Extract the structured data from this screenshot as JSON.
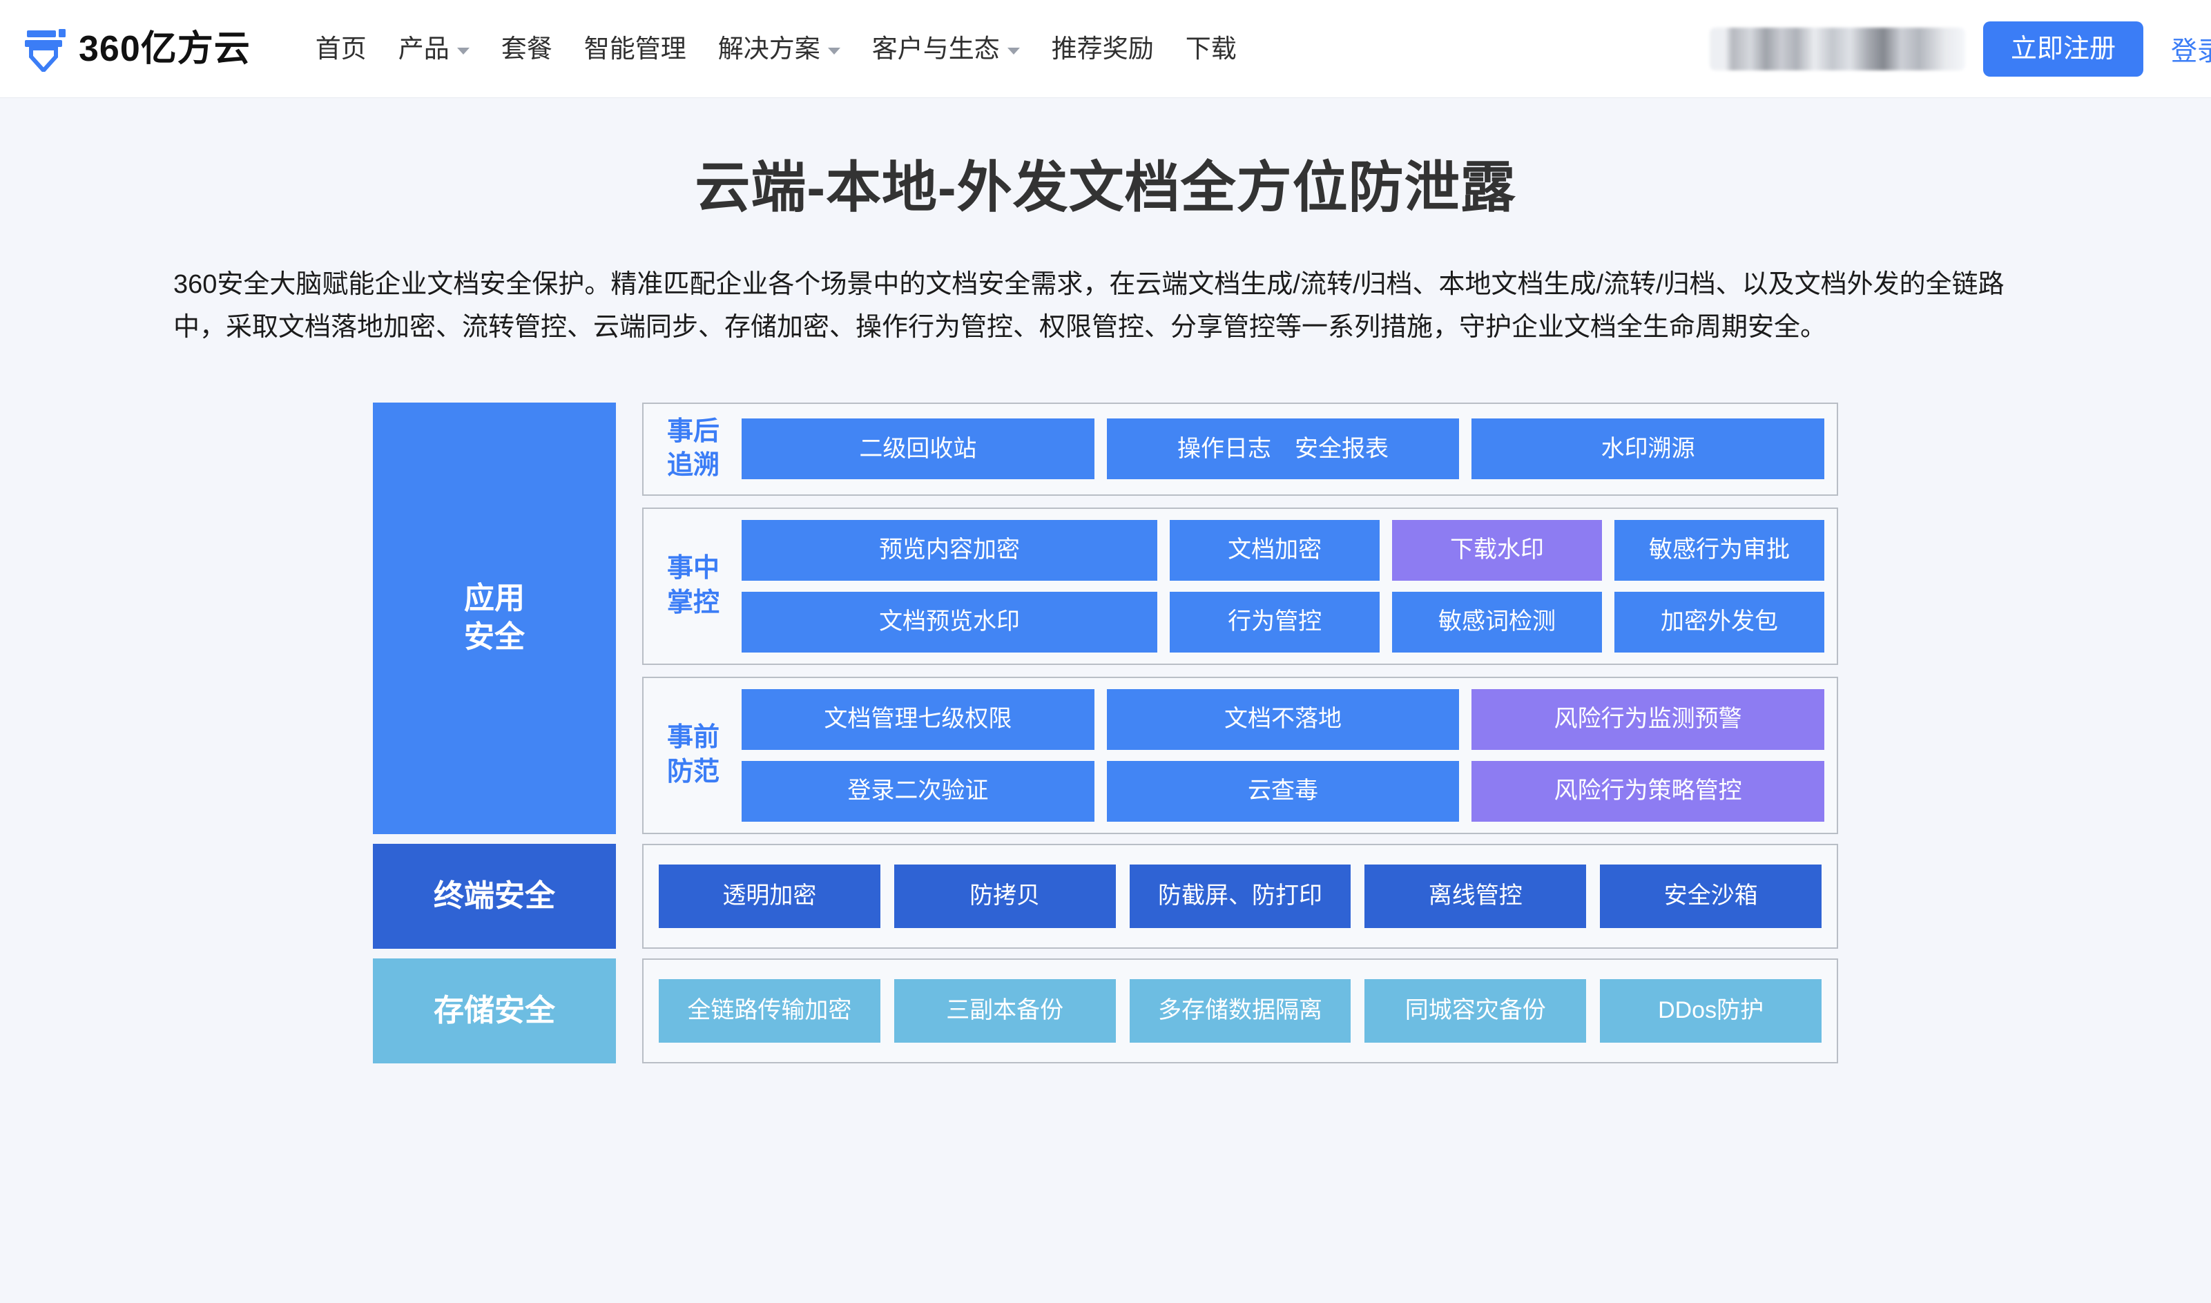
{
  "header": {
    "logo": {
      "icon": "cloud-logo-icon",
      "text": "360亿方云"
    },
    "nav": [
      {
        "label": "首页",
        "caret": false
      },
      {
        "label": "产品",
        "caret": true
      },
      {
        "label": "套餐",
        "caret": false
      },
      {
        "label": "智能管理",
        "caret": false
      },
      {
        "label": "解决方案",
        "caret": true
      },
      {
        "label": "客户与生态",
        "caret": true
      },
      {
        "label": "推荐奖励",
        "caret": false
      },
      {
        "label": "下载",
        "caret": false
      }
    ],
    "redacted_region": "",
    "register_label": "立即注册",
    "login_label": "登录"
  },
  "hero": {
    "title": "云端-本地-外发文档全方位防泄露",
    "description": "360安全大脑赋能企业文档安全保护。精准匹配企业各个场景中的文档安全需求，在云端文档生成/流转/归档、本地文档生成/流转/归档、以及文档外发的全链路中，采取文档落地加密、流转管控、云端同步、存储加密、操作行为管控、权限管控、分享管控等一系列措施，守护企业文档全生命周期安全。"
  },
  "diagram": {
    "colors": {
      "blue": "#4285f4",
      "purple": "#8d7cf2",
      "dark_blue": "#2f63d4",
      "sky_blue": "#6dbde2",
      "group_border": "#b9bec6",
      "group_bg": "#f7f9fc",
      "label_blue": "#3b7df6"
    },
    "app_security": {
      "category_label": "应用\n安全",
      "groups": [
        {
          "label": "事后\n追溯",
          "rows": [
            [
              {
                "text": "二级回收站",
                "color": "blue",
                "wide": true
              },
              {
                "text": "操作日志　安全报表",
                "color": "blue",
                "wide": true
              },
              {
                "text": "水印溯源",
                "color": "blue",
                "wide": true
              }
            ]
          ]
        },
        {
          "label": "事中\n掌控",
          "rows": [
            [
              {
                "text": "预览内容加密",
                "color": "blue"
              },
              {
                "text": "文档加密",
                "color": "blue"
              },
              {
                "text": "下载水印",
                "color": "purple"
              },
              {
                "text": "敏感行为审批",
                "color": "blue"
              }
            ],
            [
              {
                "text": "文档预览水印",
                "color": "blue"
              },
              {
                "text": "行为管控",
                "color": "blue"
              },
              {
                "text": "敏感词检测",
                "color": "blue"
              },
              {
                "text": "加密外发包",
                "color": "blue"
              }
            ]
          ]
        },
        {
          "label": "事前\n防范",
          "rows": [
            [
              {
                "text": "文档管理七级权限",
                "color": "blue"
              },
              {
                "text": "文档不落地",
                "color": "blue"
              },
              {
                "text": "风险行为监测预警",
                "color": "purple"
              }
            ],
            [
              {
                "text": "登录二次验证",
                "color": "blue"
              },
              {
                "text": "云查毒",
                "color": "blue"
              },
              {
                "text": "风险行为策略管控",
                "color": "purple"
              }
            ]
          ]
        }
      ]
    },
    "terminal_security": {
      "category_label": "终端安全",
      "tiles": [
        {
          "text": "透明加密",
          "color": "dblue"
        },
        {
          "text": "防拷贝",
          "color": "dblue"
        },
        {
          "text": "防截屏、防打印",
          "color": "dblue"
        },
        {
          "text": "离线管控",
          "color": "dblue"
        },
        {
          "text": "安全沙箱",
          "color": "dblue"
        }
      ]
    },
    "storage_security": {
      "category_label": "存储安全",
      "tiles": [
        {
          "text": "全链路传输加密",
          "color": "sblue"
        },
        {
          "text": "三副本备份",
          "color": "sblue"
        },
        {
          "text": "多存储数据隔离",
          "color": "sblue"
        },
        {
          "text": "同城容灾备份",
          "color": "sblue"
        },
        {
          "text": "DDos防护",
          "color": "sblue"
        }
      ]
    }
  }
}
